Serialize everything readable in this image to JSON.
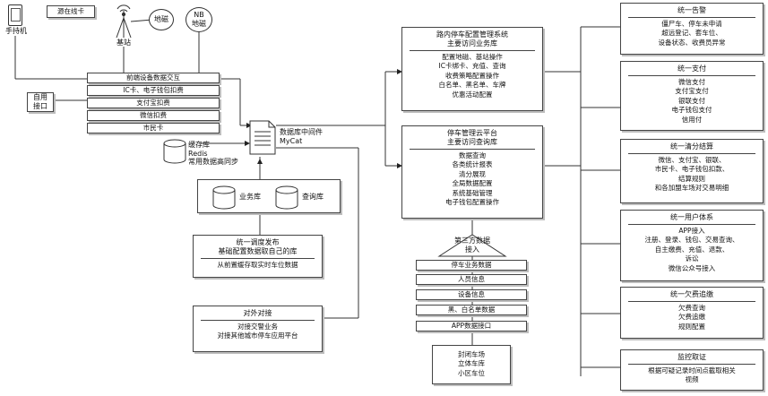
{
  "top_left": {
    "phone": "手持机",
    "online_card": "源在线卡",
    "base_station": "基站",
    "geomagnetic": "地磁",
    "nb_geomagnetic": "NB\n地磁",
    "self_use_port": "自用\n接口"
  },
  "front_stack": [
    "前端设备数据交互",
    "IC卡、电子钱包扣费",
    "支付宝扣费",
    "微信扣费",
    "市民卡"
  ],
  "middleware": {
    "label": "数据库中间件\nMyCat"
  },
  "cache": {
    "label": "缓存库\nRedis\n常用数据高同步"
  },
  "db_group": {
    "business": "业务库",
    "query": "查询库"
  },
  "parking_mgmt": {
    "title": "路内停车配置管理系统\n主要访问业务库",
    "lines": [
      "配置地磁、基站操作",
      "IC卡绑卡、充值、查询",
      "收费策略配置操作",
      "白名单、黑名单、车牌",
      "优惠活动配置"
    ]
  },
  "cloud_platform": {
    "title": "停车管理云平台\n主要访问查询库",
    "lines": [
      "数据查询",
      "各类统计报表",
      "清分展现",
      "全局数据配置",
      "系统基础管理",
      "电子钱包配置操作"
    ]
  },
  "dispatch": {
    "title": "统一调度发布\n基础配置数据取自己的库",
    "line": "从前置缓存取实时车位数据"
  },
  "external": {
    "title": "对外对接",
    "lines": [
      "对接交警业务",
      "对接其他城市停车应用平台"
    ]
  },
  "third_party": {
    "label": "第三方数据\n接入",
    "items": [
      "停车业务数据",
      "人员信息",
      "设备信息",
      "黑、白名单数据",
      "APP数据接口"
    ]
  },
  "closed_lots": {
    "lines": [
      "封闭车场",
      "立体车库",
      "小区车位"
    ]
  },
  "right_panels": [
    {
      "title": "统一告警",
      "lines": [
        "僵尸车、停车未申请",
        "超远登记、套车位、",
        "设备状态、收费员异常"
      ]
    },
    {
      "title": "统一支付",
      "lines": [
        "微信支付",
        "支付宝支付",
        "银联支付",
        "电子钱包支付",
        "信用付"
      ]
    },
    {
      "title": "统一清分结算",
      "lines": [
        "微信、支付宝、银联、",
        "市民卡、电子钱包扣款、",
        "结算规则",
        "和各加盟车场对交易明细"
      ]
    },
    {
      "title": "统一用户体系",
      "lines": [
        "APP接入",
        "注册、登录、钱包、交易查询、",
        "自主缴费、充值、退款、",
        "诉讼",
        "微信公众号接入"
      ]
    },
    {
      "title": "统一欠费追缴",
      "lines": [
        "欠费查询",
        "欠费追缴",
        "规则配置"
      ]
    },
    {
      "title": "监控取证",
      "lines": [
        "根据可疑记录时间点截取相关",
        "视频"
      ]
    }
  ]
}
